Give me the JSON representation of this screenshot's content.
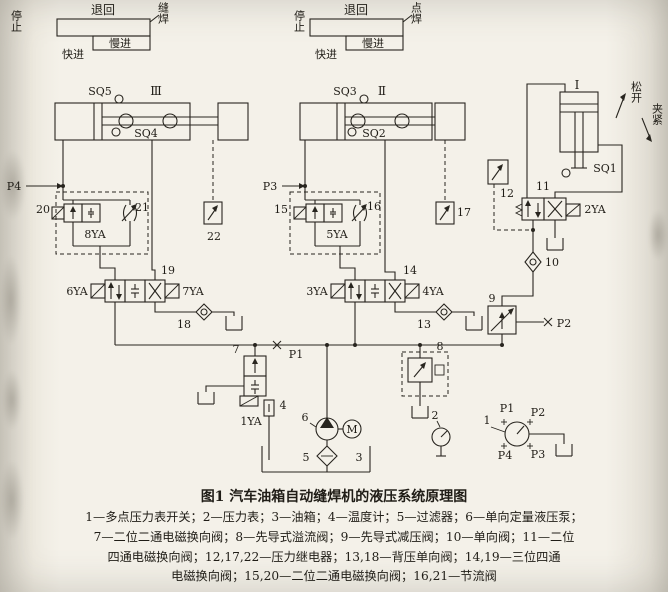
{
  "figure": {
    "title": "图1  汽车油箱自动缝焊机的液压系统原理图",
    "legend_line1": "1—多点压力表开关；2—压力表；3—油箱；4—温度计；5—过滤器；6—单向定量液压泵；",
    "legend_line2": "7—二位二通电磁换向阀；8—先导式溢流阀；9—先导式减压阀；10—单向阀；11—二位",
    "legend_line3": "四通电磁换向阀；12,17,22—压力继电器；13,18—背压单向阀；14,19—三位四通",
    "legend_line4": "电磁换向阀；15,20—二位二通电磁换向阀；16,21—节流阀"
  },
  "cycle_left": {
    "return_label": "退回",
    "stop_label": "停止",
    "fast_label": "快进",
    "slow_label": "慢进",
    "weld_label": "缝焊"
  },
  "cycle_right": {
    "return_label": "退回",
    "stop_label": "停止",
    "fast_label": "快进",
    "slow_label": "慢进",
    "weld_label": "点焊"
  },
  "cylinder3": {
    "numeral": "Ⅲ",
    "switch_top": "SQ5",
    "switch_bottom": "SQ4"
  },
  "cylinder2": {
    "numeral": "Ⅱ",
    "switch_top": "SQ3",
    "switch_bottom": "SQ2"
  },
  "cylinder1": {
    "numeral": "Ⅰ",
    "switch": "SQ1",
    "release_label": "松开",
    "clamp_label": "夹紧"
  },
  "components": {
    "c1": "1",
    "c2": "2",
    "c3": "3",
    "c4": "4",
    "c5": "5",
    "c6": "6",
    "c7": "7",
    "c8": "8",
    "c9": "9",
    "c10": "10",
    "c11": "11",
    "c12": "12",
    "c13": "13",
    "c14": "14",
    "c15": "15",
    "c16": "16",
    "c17": "17",
    "c18": "18",
    "c19": "19",
    "c20": "20",
    "c21": "21",
    "c22": "22"
  },
  "solenoids": {
    "ya1": "1YA",
    "ya2": "2YA",
    "ya3": "3YA",
    "ya4": "4YA",
    "ya5": "5YA",
    "ya6": "6YA",
    "ya7": "7YA",
    "ya8": "8YA"
  },
  "pressure_taps": {
    "p1": "P1",
    "p2": "P2",
    "p3": "P3",
    "p4": "P4"
  },
  "gauge_switch": {
    "p1": "P1",
    "p2": "P2",
    "p3": "P3",
    "p4": "P4"
  },
  "motor": {
    "label": "M"
  }
}
